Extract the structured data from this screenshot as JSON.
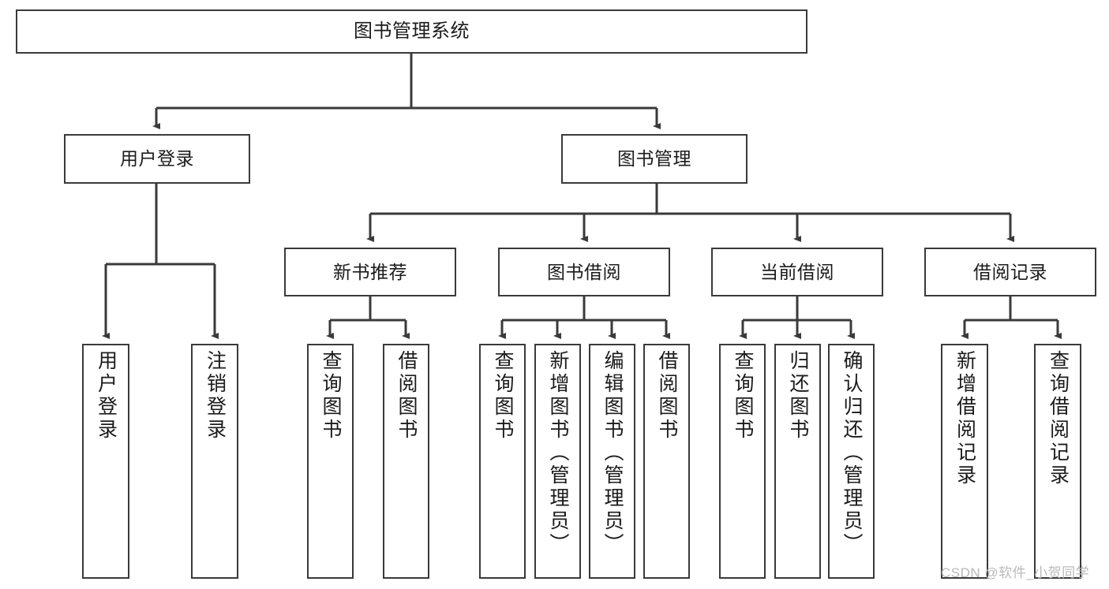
{
  "diagram": {
    "title": "图书管理系统",
    "type": "功能结构图",
    "root": {
      "id": "root",
      "label": "图书管理系统"
    },
    "level2": [
      {
        "id": "user-login",
        "label": "用户登录"
      },
      {
        "id": "book-manage",
        "label": "图书管理"
      }
    ],
    "level3": [
      {
        "id": "new-book-recommend",
        "label": "新书推荐",
        "parent": "book-manage"
      },
      {
        "id": "book-borrow",
        "label": "图书借阅",
        "parent": "book-manage"
      },
      {
        "id": "current-borrow",
        "label": "当前借阅",
        "parent": "book-manage"
      },
      {
        "id": "borrow-record",
        "label": "借阅记录",
        "parent": "book-manage"
      }
    ],
    "leaves": [
      {
        "id": "leaf-user-login",
        "label": "用户登录",
        "parent": "user-login"
      },
      {
        "id": "leaf-logout-login",
        "label": "注销登录",
        "parent": "user-login"
      },
      {
        "id": "leaf-query-book-1",
        "label": "查询图书",
        "parent": "new-book-recommend"
      },
      {
        "id": "leaf-borrow-book-1",
        "label": "借阅图书",
        "parent": "new-book-recommend"
      },
      {
        "id": "leaf-query-book-2",
        "label": "查询图书",
        "parent": "book-borrow"
      },
      {
        "id": "leaf-add-book",
        "label": "新增图书（管理员）",
        "parent": "book-borrow"
      },
      {
        "id": "leaf-edit-book",
        "label": "编辑图书（管理员）",
        "parent": "book-borrow"
      },
      {
        "id": "leaf-borrow-book-2",
        "label": "借阅图书",
        "parent": "book-borrow"
      },
      {
        "id": "leaf-query-book-3",
        "label": "查询图书",
        "parent": "current-borrow"
      },
      {
        "id": "leaf-return-book",
        "label": "归还图书",
        "parent": "current-borrow"
      },
      {
        "id": "leaf-confirm-return",
        "label": "确认归还（管理员）",
        "parent": "current-borrow"
      },
      {
        "id": "leaf-add-record",
        "label": "新增借阅记录",
        "parent": "borrow-record"
      },
      {
        "id": "leaf-query-record",
        "label": "查询借阅记录",
        "parent": "borrow-record"
      }
    ],
    "watermark": "CSDN @软件_小贺同学",
    "colors": {
      "stroke": "#3a3a3a",
      "fill": "#ffffff",
      "text": "#1b1b1b",
      "watermark": "#b9b9b9"
    }
  }
}
